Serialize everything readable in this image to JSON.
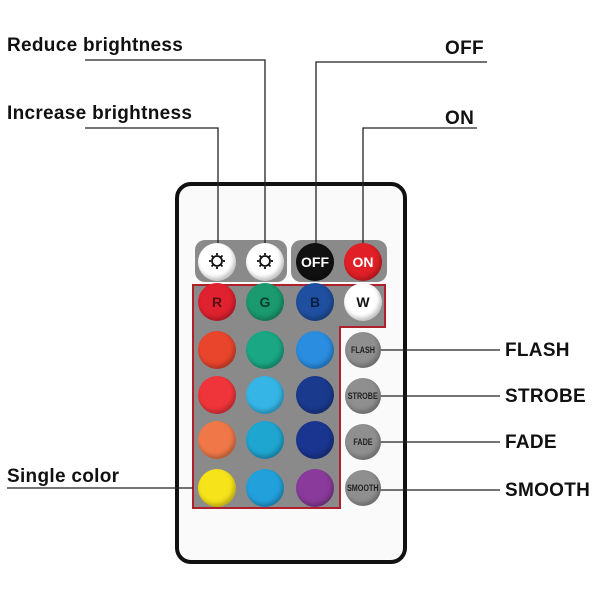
{
  "labels": {
    "reduce_brightness": "Reduce brightness",
    "increase_brightness": "Increase brightness",
    "off": "OFF",
    "on": "ON",
    "flash": "FLASH",
    "strobe": "STROBE",
    "fade": "FADE",
    "smooth": "SMOOTH",
    "single_color": "Single color"
  },
  "remote": {
    "top_buttons": [
      {
        "name": "increase-brightness-button",
        "icon": "sun-up-icon",
        "color": "#ffffff"
      },
      {
        "name": "reduce-brightness-button",
        "icon": "sun-down-icon",
        "color": "#ffffff"
      },
      {
        "name": "off-button",
        "text": "OFF",
        "color": "#111111",
        "textColor": "#ffffff"
      },
      {
        "name": "on-button",
        "text": "ON",
        "color": "#e01f26",
        "textColor": "#ffffff"
      }
    ],
    "color_rows": [
      [
        {
          "text": "R",
          "color": "#e0212f"
        },
        {
          "text": "G",
          "color": "#1a9a6e"
        },
        {
          "text": "B",
          "color": "#1e4fa0"
        },
        {
          "text": "W",
          "color": "#ffffff"
        }
      ],
      [
        {
          "color": "#e8452c"
        },
        {
          "color": "#1aa784"
        },
        {
          "color": "#2a8de0"
        }
      ],
      [
        {
          "color": "#f0353a"
        },
        {
          "color": "#35b5e5"
        },
        {
          "color": "#1a3a8e"
        }
      ],
      [
        {
          "color": "#f07848"
        },
        {
          "color": "#1ea5d0"
        },
        {
          "color": "#1a3590"
        }
      ],
      [
        {
          "color": "#f7e31a"
        },
        {
          "color": "#22a0dc"
        },
        {
          "color": "#8a3a9a"
        }
      ]
    ],
    "mode_buttons": [
      "FLASH",
      "STROBE",
      "FADE",
      "SMOOTH"
    ]
  }
}
